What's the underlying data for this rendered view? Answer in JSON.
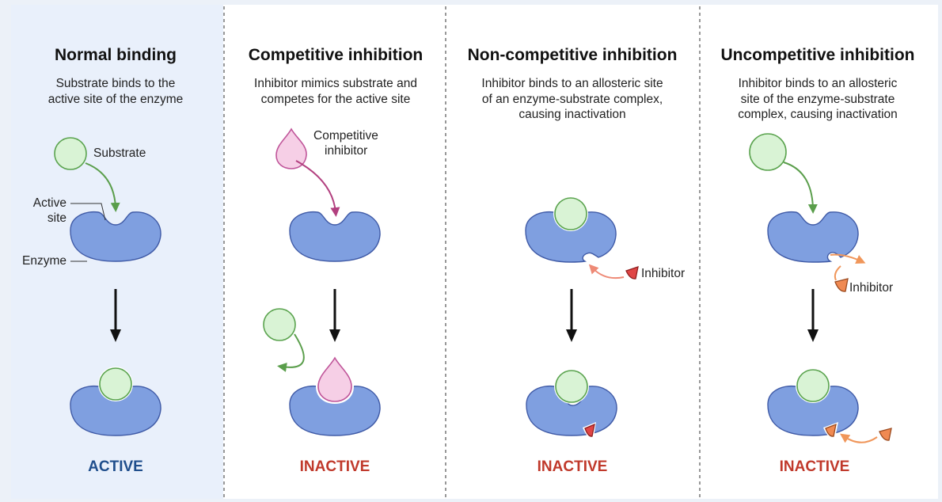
{
  "panels": [
    {
      "title": "Normal binding",
      "desc": [
        "Substrate binds to the",
        "active site of the enzyme"
      ],
      "labels": {
        "substrate": "Substrate",
        "active_site_1": "Active",
        "active_site_2": "site",
        "enzyme": "Enzyme"
      },
      "status": "ACTIVE"
    },
    {
      "title": "Competitive inhibition",
      "desc": [
        "Inhibitor mimics substrate and",
        "competes for the active site"
      ],
      "labels": {
        "inhibitor_1": "Competitive",
        "inhibitor_2": "inhibitor"
      },
      "status": "INACTIVE"
    },
    {
      "title": "Non-competitive inhibition",
      "desc": [
        "Inhibitor binds to an allosteric site",
        "of an enzyme-substrate complex,",
        "causing inactivation"
      ],
      "labels": {
        "inhibitor": "Inhibitor"
      },
      "status": "INACTIVE"
    },
    {
      "title": "Uncompetitive inhibition",
      "desc": [
        "Inhibitor binds to an allosteric",
        "site of the enzyme-substrate",
        "complex, causing inactivation"
      ],
      "labels": {
        "inhibitor": "Inhibitor"
      },
      "status": "INACTIVE"
    }
  ],
  "colors": {
    "active": "#1f4e8c",
    "inactive": "#c0392b",
    "enzyme": "#7f9fe0",
    "substrate": "#d9f3d5",
    "competitive_inhibitor": "#f6cfe6",
    "noncompetitive_inhibitor": "#e04545",
    "uncompetitive_inhibitor": "#f08a52"
  },
  "icons": [
    "enzyme-shape",
    "substrate-circle",
    "inhibitor-drop",
    "inhibitor-triangle",
    "down-arrow"
  ]
}
